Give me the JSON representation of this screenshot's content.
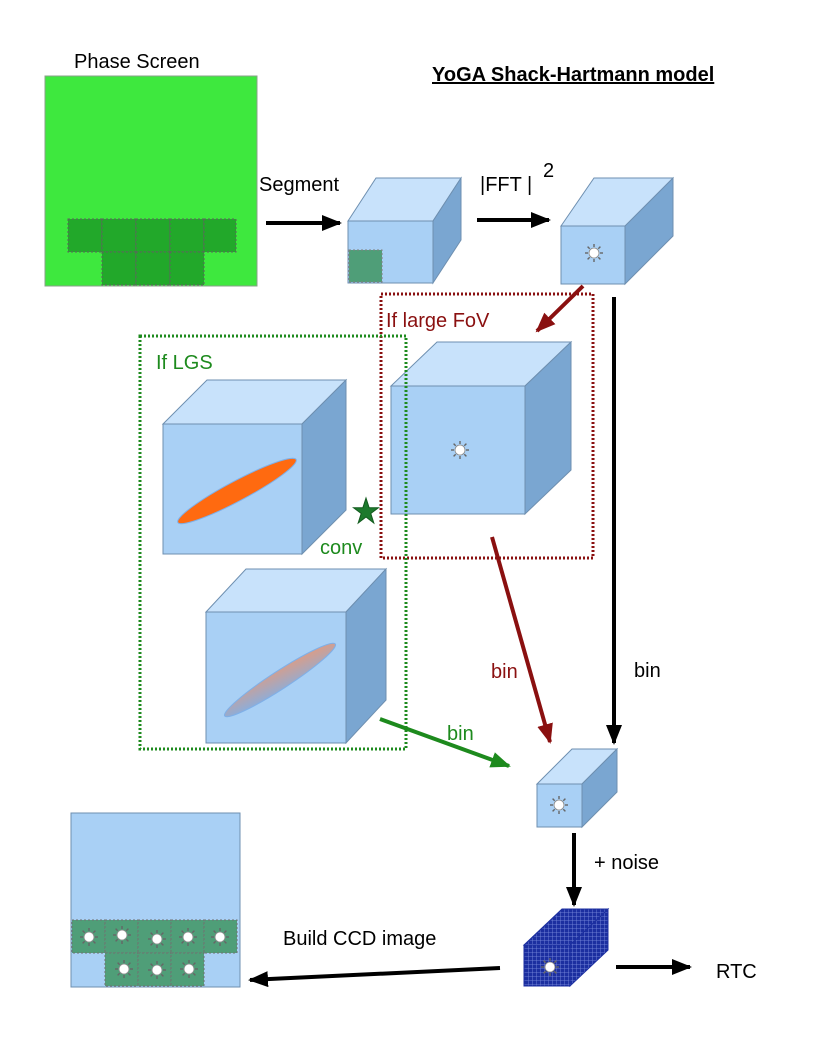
{
  "title": "YoGA Shack-Hartmann model",
  "labels": {
    "phase_screen": "Phase Screen",
    "segment": "Segment",
    "fft": "|FFT |",
    "fft_exponent": "2",
    "large_fov": "If large FoV",
    "lgs": "If LGS",
    "conv": "conv",
    "bin_red": "bin",
    "bin_black": "bin",
    "bin_green": "bin",
    "noise": "+ noise",
    "build_ccd": "Build CCD image",
    "rtc": "RTC"
  },
  "colors": {
    "phase_screen": "#3ee83e",
    "subaperture": "#22a82a",
    "cube_front": "#a9d0f5",
    "cube_top": "#c8e2fb",
    "cube_side": "#7aa6d1",
    "lgs_box": "#1d8a1d",
    "fov_box": "#8a1010",
    "spot_orange": "#ff6a10",
    "ccd_grid": "#1c2fa0"
  }
}
